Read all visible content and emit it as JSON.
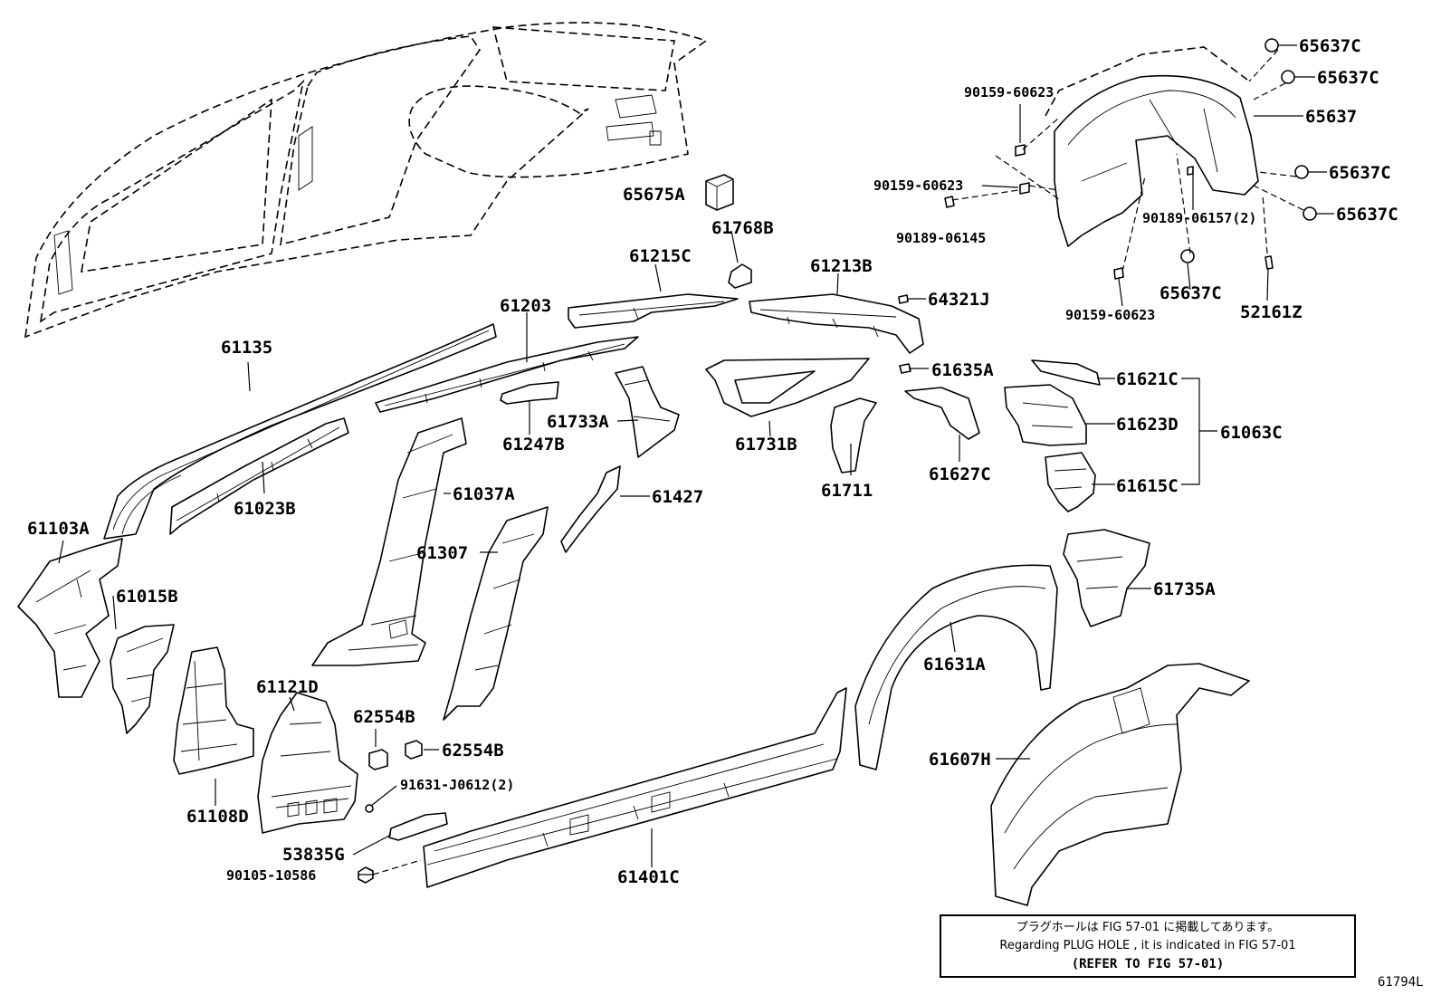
{
  "labels": {
    "p65637C_1": "65637C",
    "p65637C_2": "65637C",
    "p90159_1": "90159-60623",
    "p65637": "65637",
    "p65637C_3": "65637C",
    "p90159_2": "90159-60623",
    "p65637C_4": "65637C",
    "p90189_06157": "90189-06157(2)",
    "p90189_06145": "90189-06145",
    "p65675A": "65675A",
    "p61768B": "61768B",
    "p61215C": "61215C",
    "p61213B": "61213B",
    "p65637C_5": "65637C",
    "p52161Z": "52161Z",
    "p90159_3": "90159-60623",
    "p64321J": "64321J",
    "p61203": "61203",
    "p61135": "61135",
    "p61635A": "61635A",
    "p61621C": "61621C",
    "p61623D": "61623D",
    "p61063C": "61063C",
    "p61733A": "61733A",
    "p61731B": "61731B",
    "p61247B": "61247B",
    "p61627C": "61627C",
    "p61711": "61711",
    "p61615C": "61615C",
    "p61037A": "61037A",
    "p61023B": "61023B",
    "p61427": "61427",
    "p61103A": "61103A",
    "p61307": "61307",
    "p61735A": "61735A",
    "p61015B": "61015B",
    "p61631A": "61631A",
    "p61121D": "61121D",
    "p62554B_1": "62554B",
    "p62554B_2": "62554B",
    "p61607H": "61607H",
    "p91631": "91631-J0612(2)",
    "p61108D": "61108D",
    "p53835G": "53835G",
    "p90105": "90105-10586",
    "p61401C": "61401C"
  },
  "note": {
    "jp": "プラグホールは FIG 57-01 に掲載してあります。",
    "en": "Regarding  PLUG  HOLE , it is indicated in FIG  57-01",
    "ref": "(REFER TO FIG 57-01)"
  },
  "figure_id": "61794L"
}
